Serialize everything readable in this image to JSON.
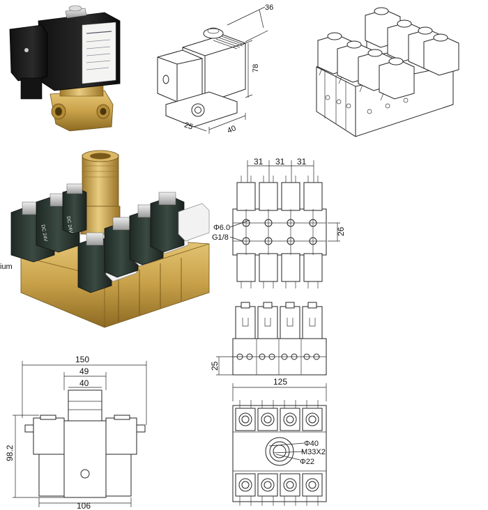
{
  "left_edge_text": "ium",
  "photo1": {
    "coil_label": "DC 24V",
    "coil_label_2": "DC 24V"
  },
  "iso_drawing": {
    "dim_36": "36",
    "dim_78": "78",
    "dim_40": "40",
    "dim_25": "25"
  },
  "top_view": {
    "pitch_1": "31",
    "pitch_2": "31",
    "pitch_3": "31",
    "port_dia": "Φ6.0",
    "port_thread": "G1/8",
    "row_gap": "26"
  },
  "front_view": {
    "height": "25"
  },
  "bottom_view": {
    "width": "125",
    "center_dia": "Φ40",
    "center_thread": "M33X2",
    "center_bore": "Φ22"
  },
  "side_view": {
    "width_150": "150",
    "width_49": "49",
    "width_40": "40",
    "height_98": "98.2",
    "width_106": "106"
  },
  "colors": {
    "brass": "#c9a24a",
    "coil_dark": "#2d3a34",
    "line": "#222222"
  }
}
